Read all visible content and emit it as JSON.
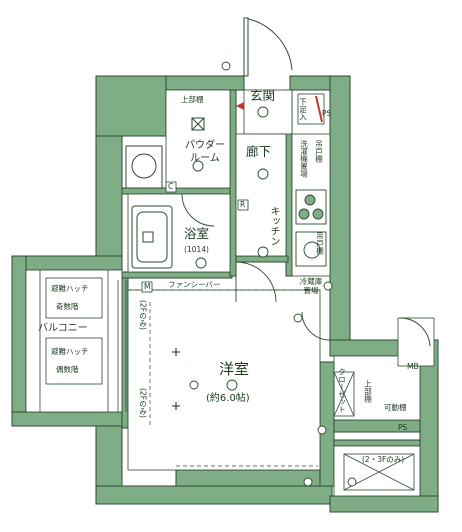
{
  "rooms": {
    "genkan": "玄関",
    "shita_geta": "下足入",
    "ps_top": "PS",
    "joubudana_top": "上部棚",
    "powder_room": "パウダー\nルーム",
    "rouka": "廊下",
    "sentakuki": "洗濯機置場",
    "tsuri_to_1": "吊戸棚",
    "tsuri_to_2": "吊戸棚",
    "kitchen": "キッチン",
    "reizouko": "冷蔵庫\n置場",
    "yokushitsu": "浴室",
    "yokushitsu_size": "(1014)",
    "fancy_shelf": "ファンシーバー",
    "balcony": "バルコニー",
    "hinan_hatch_1": "避難ハッチ",
    "kisuukai": "奇数階",
    "hinan_hatch_2": "避難ハッチ",
    "guusuukai": "偶数階",
    "youshitsu": "洋室",
    "youshitsu_size": "(約6.0帖)",
    "closet": "クローゼット",
    "joubudana_right": "上部棚",
    "kadoudana": "可動棚",
    "ps_right": "PS",
    "mb": "MB",
    "note_2f_1": "(2Fのみ)",
    "note_2f_2": "(2Fのみ)",
    "note_2_3f": "(2・3Fのみ)",
    "mark_r": "R",
    "mark_c": "C",
    "mark_m": "M"
  },
  "colors": {
    "wall": "#7fae86",
    "wall_dark": "#5f9469",
    "line": "#2c4a30",
    "floor": "#ffffff"
  }
}
